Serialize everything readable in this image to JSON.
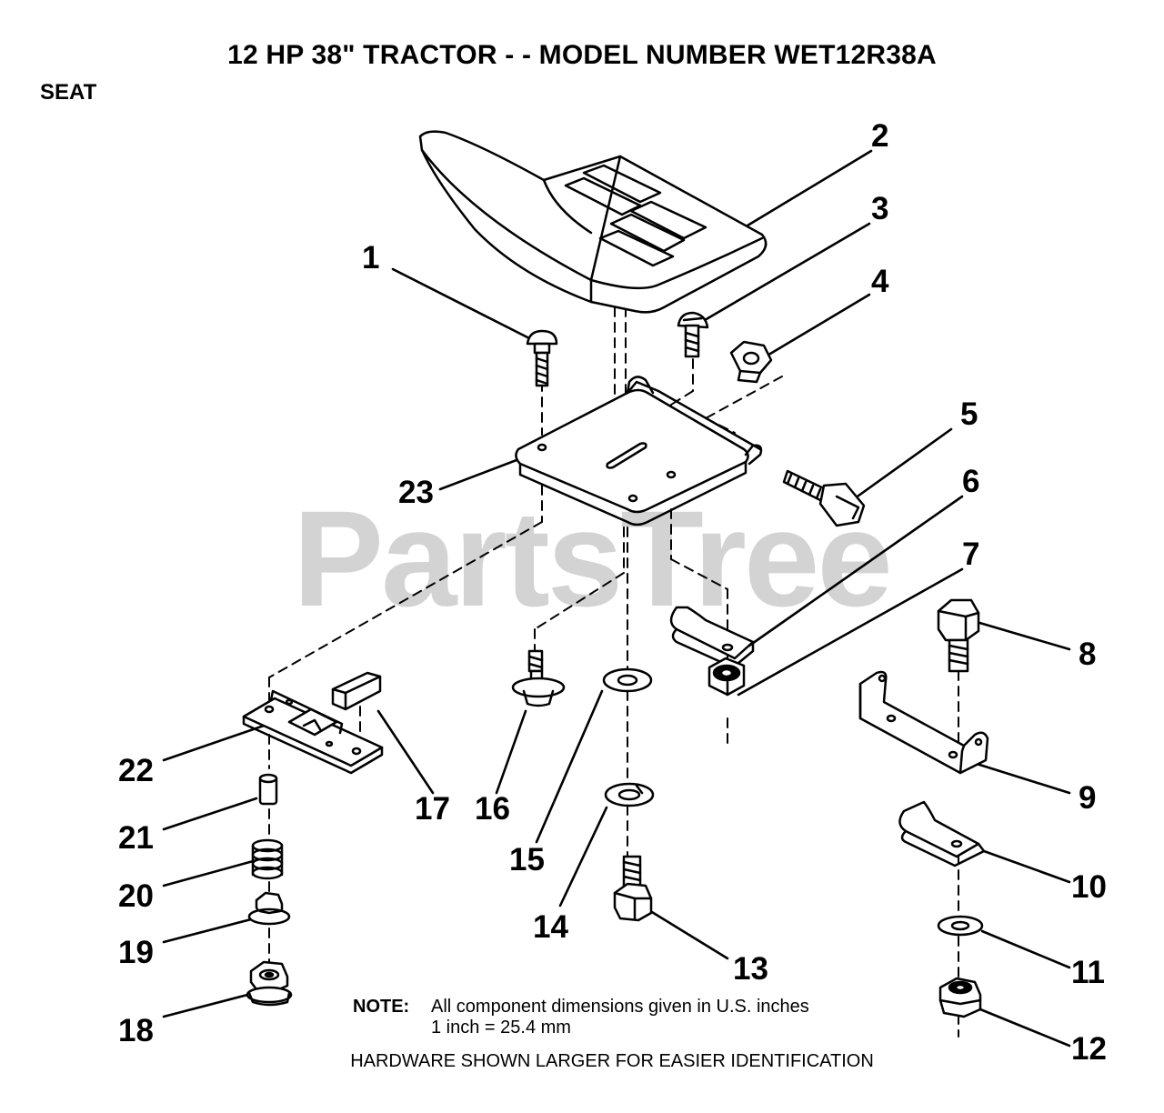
{
  "header": {
    "title": "12 HP 38\" TRACTOR - - MODEL NUMBER WET12R38A",
    "section": "SEAT"
  },
  "watermark": "PartsTree",
  "callouts": [
    "1",
    "2",
    "3",
    "4",
    "5",
    "6",
    "7",
    "8",
    "9",
    "10",
    "11",
    "12",
    "13",
    "14",
    "15",
    "16",
    "17",
    "18",
    "19",
    "20",
    "21",
    "22",
    "23"
  ],
  "note": {
    "label": "NOTE:",
    "line1": "All component dimensions given in U.S. inches",
    "line2": "1 inch = 25.4 mm"
  },
  "hardware_note": "HARDWARE SHOWN LARGER FOR EASIER IDENTIFICATION"
}
